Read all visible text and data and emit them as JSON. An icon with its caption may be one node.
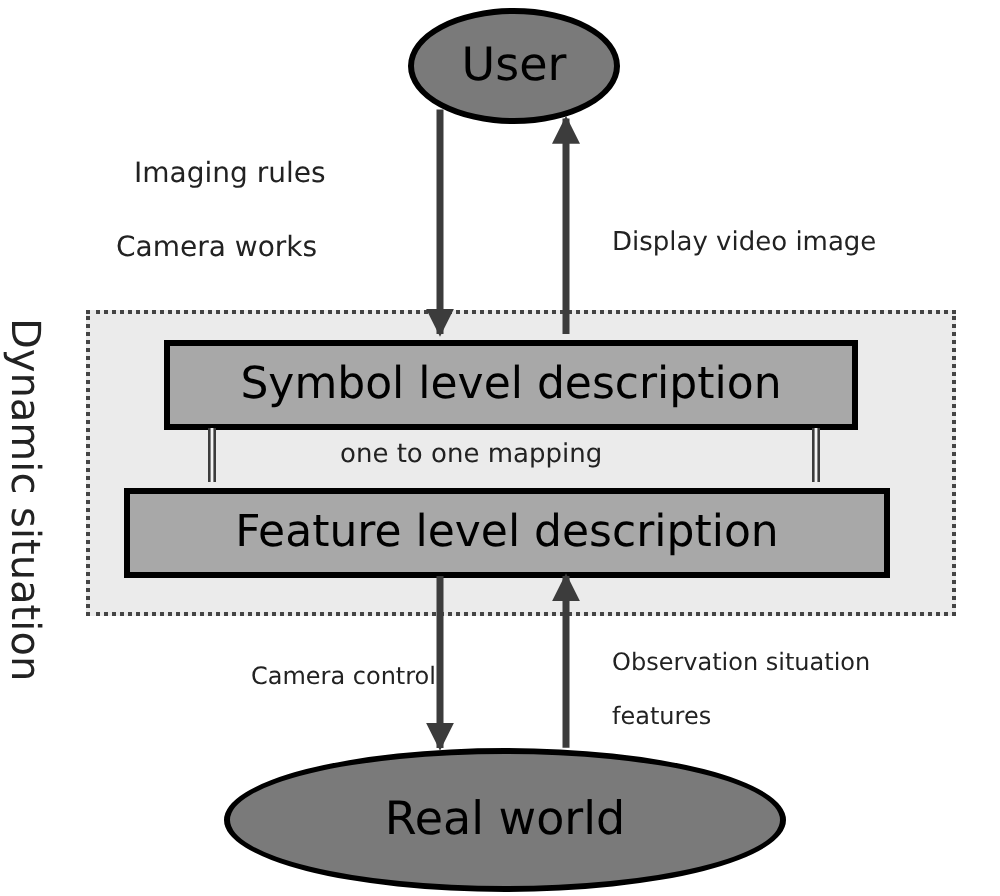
{
  "diagram": {
    "nodes": [
      {
        "text": [
          "User"
        ]
      },
      {
        "text": [
          "Dynamic situation"
        ]
      },
      {
        "text": [
          "Symbol level description"
        ],
        "in": 1
      },
      {
        "text": [
          "Feature level description"
        ],
        "in": 1
      },
      {
        "text": [
          "Real world"
        ]
      }
    ],
    "edges": [
      {
        "from": 0,
        "to": 2,
        "arrow": "to"
      },
      {
        "from": 2,
        "to": 0,
        "arrow": "to",
        "label": "Display video image"
      },
      {
        "from": 2,
        "to": 3,
        "arrow": "none"
      },
      {
        "from": 2,
        "to": 3,
        "arrow": "none"
      },
      {
        "from": 3,
        "to": 4,
        "arrow": "to",
        "label": "Camera control"
      },
      {
        "from": 4,
        "to": 3,
        "arrow": "to",
        "label": "Observation situation features"
      }
    ],
    "labels": [
      "Imaging rules",
      "Camera works",
      "one to one mapping"
    ]
  }
}
